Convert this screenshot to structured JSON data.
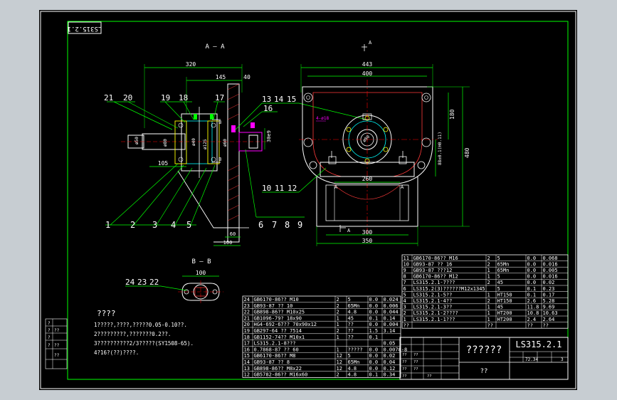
{
  "drawing": {
    "stamp_rotated": "LS315.2.1",
    "section_aa": "A — A",
    "section_a_mark": "A",
    "section_bb": "B — B",
    "dims_left": {
      "d320": "320",
      "d145": "145",
      "d40": "40",
      "d105": "105",
      "d60": "60",
      "d100": "100",
      "d30e9": "30e9",
      "phi50": "ø50",
      "phi80": "ø80",
      "phi60": "ø60",
      "phi125": "ø125",
      "phi40": "ø40"
    },
    "dims_right": {
      "d443": "443",
      "d400": "400",
      "d180": "180",
      "d480": "480",
      "d260": "260",
      "d300": "300",
      "d350": "350",
      "vert": "88±0.1(H0.11)",
      "phi": "ø80",
      "small": "4-ø18"
    },
    "dims_bb": {
      "d100": "100"
    },
    "callouts_left_top": [
      "21",
      "20",
      "19",
      "18",
      "17"
    ],
    "callouts_mid": [
      "13",
      "14",
      "15",
      "16"
    ],
    "callouts_bottom_left": [
      "1",
      "2",
      "3",
      "4",
      "5"
    ],
    "callouts_bottom_mid": [
      "6",
      "7",
      "8",
      "9"
    ],
    "callouts_right": [
      "10",
      "11",
      "12"
    ],
    "callouts_bb": [
      "24",
      "23",
      "22"
    ],
    "notes": {
      "heading": "????",
      "lines": [
        "1?????,????,?????0.05-0.10??.",
        "2?????????,???????0.2??.",
        "3??????????2/3?????(SY1508-65).",
        "4?16?(??)????."
      ]
    }
  },
  "parts_upper": [
    [
      "11",
      "GB6170-86?? M16",
      "2",
      "5",
      "0.0",
      "0.068"
    ],
    [
      "10",
      "GB93-87 ?? 16",
      "2",
      "65Mn",
      "0.0",
      "0.016"
    ],
    [
      "9",
      "GB93-87 ???12",
      "1",
      "65Mn",
      "0.0",
      "0.005"
    ],
    [
      "8",
      "GB6170-86?? M12",
      "1",
      "5",
      "0.0",
      "0.016"
    ],
    [
      "7",
      "LS315.2.1-7???",
      "2",
      "45",
      "0.0",
      "0.02"
    ],
    [
      "6",
      "LS315.2(3)??????M12x1345",
      "",
      "5",
      "0.1",
      "0.23"
    ],
    [
      "5",
      "LS315.2.1-5??",
      "1",
      "HT150",
      "0.1",
      "0.17"
    ],
    [
      "4",
      "LS315.2.1-4??",
      "2",
      "HT150",
      "2.6",
      "5.28"
    ],
    [
      "3",
      "LS315.2.1-3??",
      "1",
      "45",
      "11.8",
      "9.69"
    ],
    [
      "2",
      "LS315.2.1-2????",
      "1",
      "HT200",
      "10.8",
      "10.63"
    ],
    [
      "1",
      "LS315.2.1-1???",
      "1",
      "HT200",
      "2.4",
      "2.64"
    ],
    [
      "??",
      "",
      "??",
      "",
      "??",
      "??"
    ]
  ],
  "parts_lower": [
    [
      "24",
      "GB6170-86?? M10",
      "2",
      "5",
      "0.0",
      "0.024"
    ],
    [
      "23",
      "GB93-87 ?? 10",
      "2",
      "65Mn",
      "0.0",
      "0.006"
    ],
    [
      "22",
      "GB898-86?? M10x25",
      "2",
      "4.8",
      "0.0",
      "0.044"
    ],
    [
      "21",
      "GB1096-79? 18x90",
      "1",
      "45",
      "0.1",
      "0.14"
    ],
    [
      "20",
      "HG4-692-67?? 70x90x12",
      "1",
      "??",
      "0.0",
      "0.004"
    ],
    [
      "19",
      "GB297-64 ?? 7514",
      "2",
      "??",
      "1.5",
      "3.14"
    ],
    [
      "18",
      "GB1152-74?? M10x1",
      "1",
      "??",
      "0.1",
      ""
    ],
    [
      "17",
      "LS315.2.1-8???",
      "",
      "",
      "",
      "0.05"
    ],
    [
      "16",
      "0.7868-87 ?? 60",
      "1",
      "?????",
      "0.0",
      "0.0078-8"
    ],
    [
      "15",
      "GB6170-86?? M8",
      "12",
      "5",
      "0.0",
      "0.02"
    ],
    [
      "14",
      "GB93-87 ?? 8",
      "12",
      "65Mn",
      "0.0",
      "0.04"
    ],
    [
      "13",
      "GB898-86?? M8x22",
      "12",
      "4.8",
      "0.0",
      "0.12"
    ],
    [
      "12",
      "GB5782-86?? M16x60",
      "2",
      "4.8",
      "0.1",
      "0.34"
    ]
  ],
  "title_block": {
    "name": "??????",
    "code": "LS315.2.1",
    "scale": "72.34",
    "scale2": "3",
    "footer": "??",
    "sig_labels": [
      "??",
      "??",
      "??",
      "??",
      "??",
      "??",
      "??",
      "??"
    ],
    "left_marks": [
      "?",
      "?",
      "?",
      "?",
      "??",
      "??",
      "??"
    ]
  },
  "colors": {
    "background": "#000000",
    "frame": "#ffffff",
    "geometry": "#ffffff",
    "dimension": "#00ff00",
    "accent_green": "#00ff00",
    "center_red": "#ff0000",
    "hatch_red": "#ff3a3a",
    "magenta": "#ff00ff",
    "yellow": "#ffff00",
    "cyan": "#00ffff",
    "viewport_gray": "#c7cdd2"
  }
}
